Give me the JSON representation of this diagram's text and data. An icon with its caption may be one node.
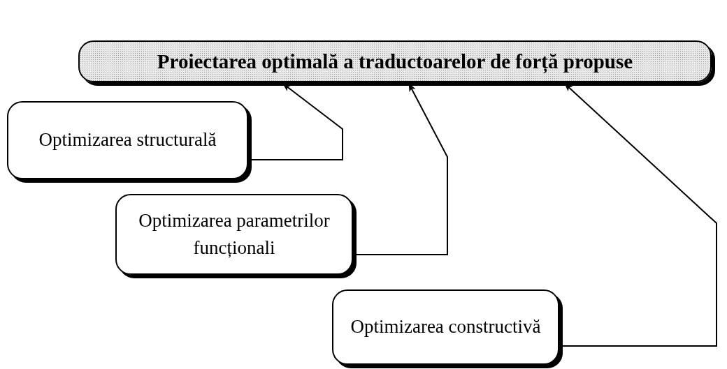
{
  "diagram": {
    "nodes": [
      {
        "text": [
          "Proiectarea optimală a traductoarelor de forță propuse"
        ]
      },
      {
        "text": [
          "Optimizarea structurală"
        ]
      },
      {
        "text": [
          "Optimizarea parametrilor funcționali"
        ]
      },
      {
        "text": [
          "Optimizarea constructivă"
        ]
      }
    ],
    "edges": [
      {
        "from": 1,
        "to": 0,
        "arrow": "to"
      },
      {
        "from": 2,
        "to": 0,
        "arrow": "to"
      },
      {
        "from": 3,
        "to": 0,
        "arrow": "to"
      }
    ]
  }
}
